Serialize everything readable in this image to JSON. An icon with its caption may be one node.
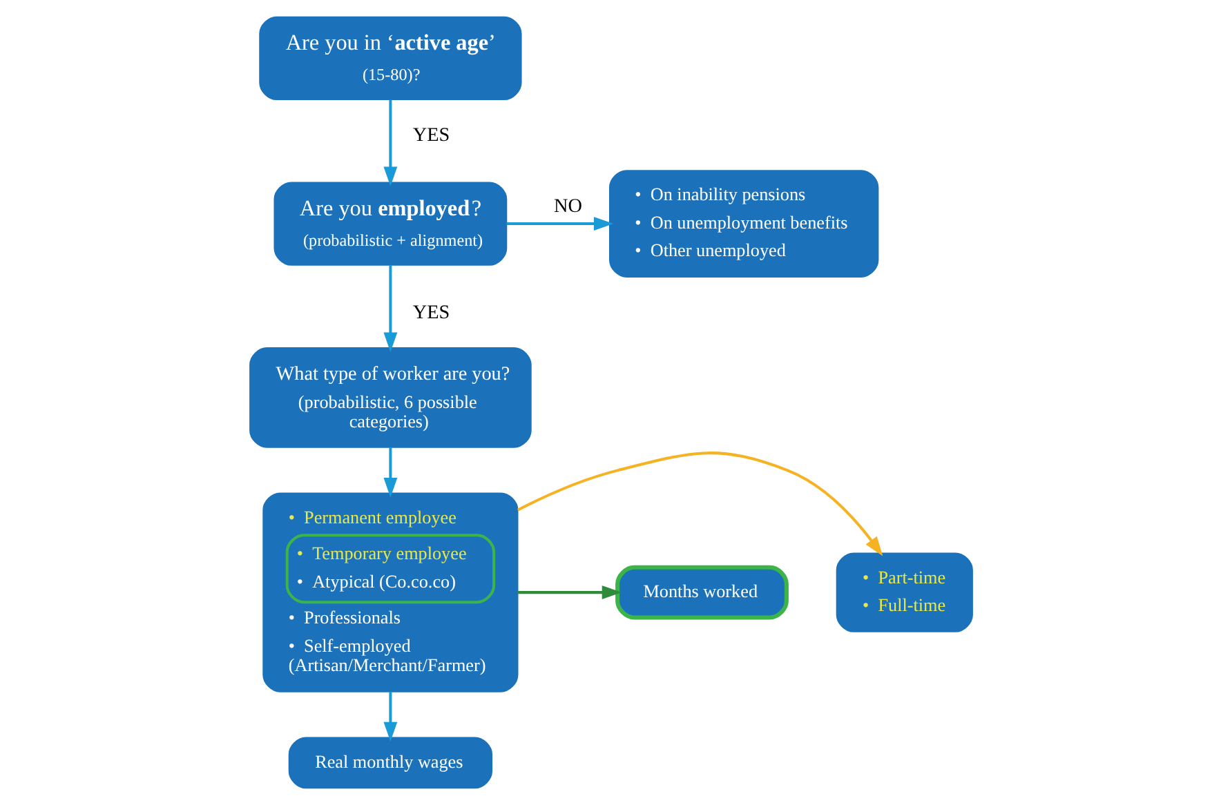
{
  "diagram": {
    "nodes": [
      {
        "text": [
          "Are you in ‘**active age**’",
          "(15-80)?"
        ]
      },
      {
        "text": [
          "Are you **employed**?",
          "(probabilistic + alignment)"
        ]
      },
      {
        "text": [
          "•  On inability pensions",
          "•  On unemployment benefits",
          "•  Other unemployed"
        ]
      },
      {
        "text": [
          "What type of worker are you?",
          "(probabilistic, 6 possible categories)"
        ]
      },
      {
        "text": [
          "•  Permanent employee",
          "•  Temporary employee",
          "•  Atypical (Co.co.co)",
          "•  Professionals",
          "•  Self-employed (Artisan/Merchant/Farmer)"
        ]
      },
      {
        "text": [
          "•  Part-time",
          "•  Full-time"
        ]
      },
      {
        "text": [
          "Months worked"
        ]
      },
      {
        "text": [
          "Real monthly wages"
        ]
      }
    ],
    "edges": [
      {
        "from": 0,
        "to": 1,
        "arrow": "to",
        "label": "YES"
      },
      {
        "from": 1,
        "to": 2,
        "arrow": "to",
        "label": "NO"
      },
      {
        "from": 1,
        "to": 3,
        "arrow": "to",
        "label": "YES"
      },
      {
        "from": 3,
        "to": 4,
        "arrow": "to"
      },
      {
        "from": 4,
        "to": 5,
        "arrow": "to",
        "color": "#f5b323"
      },
      {
        "from": 4,
        "to": 6,
        "arrow": "to",
        "color": "#2e8b3a"
      },
      {
        "from": 4,
        "to": 7,
        "arrow": "to"
      }
    ]
  }
}
